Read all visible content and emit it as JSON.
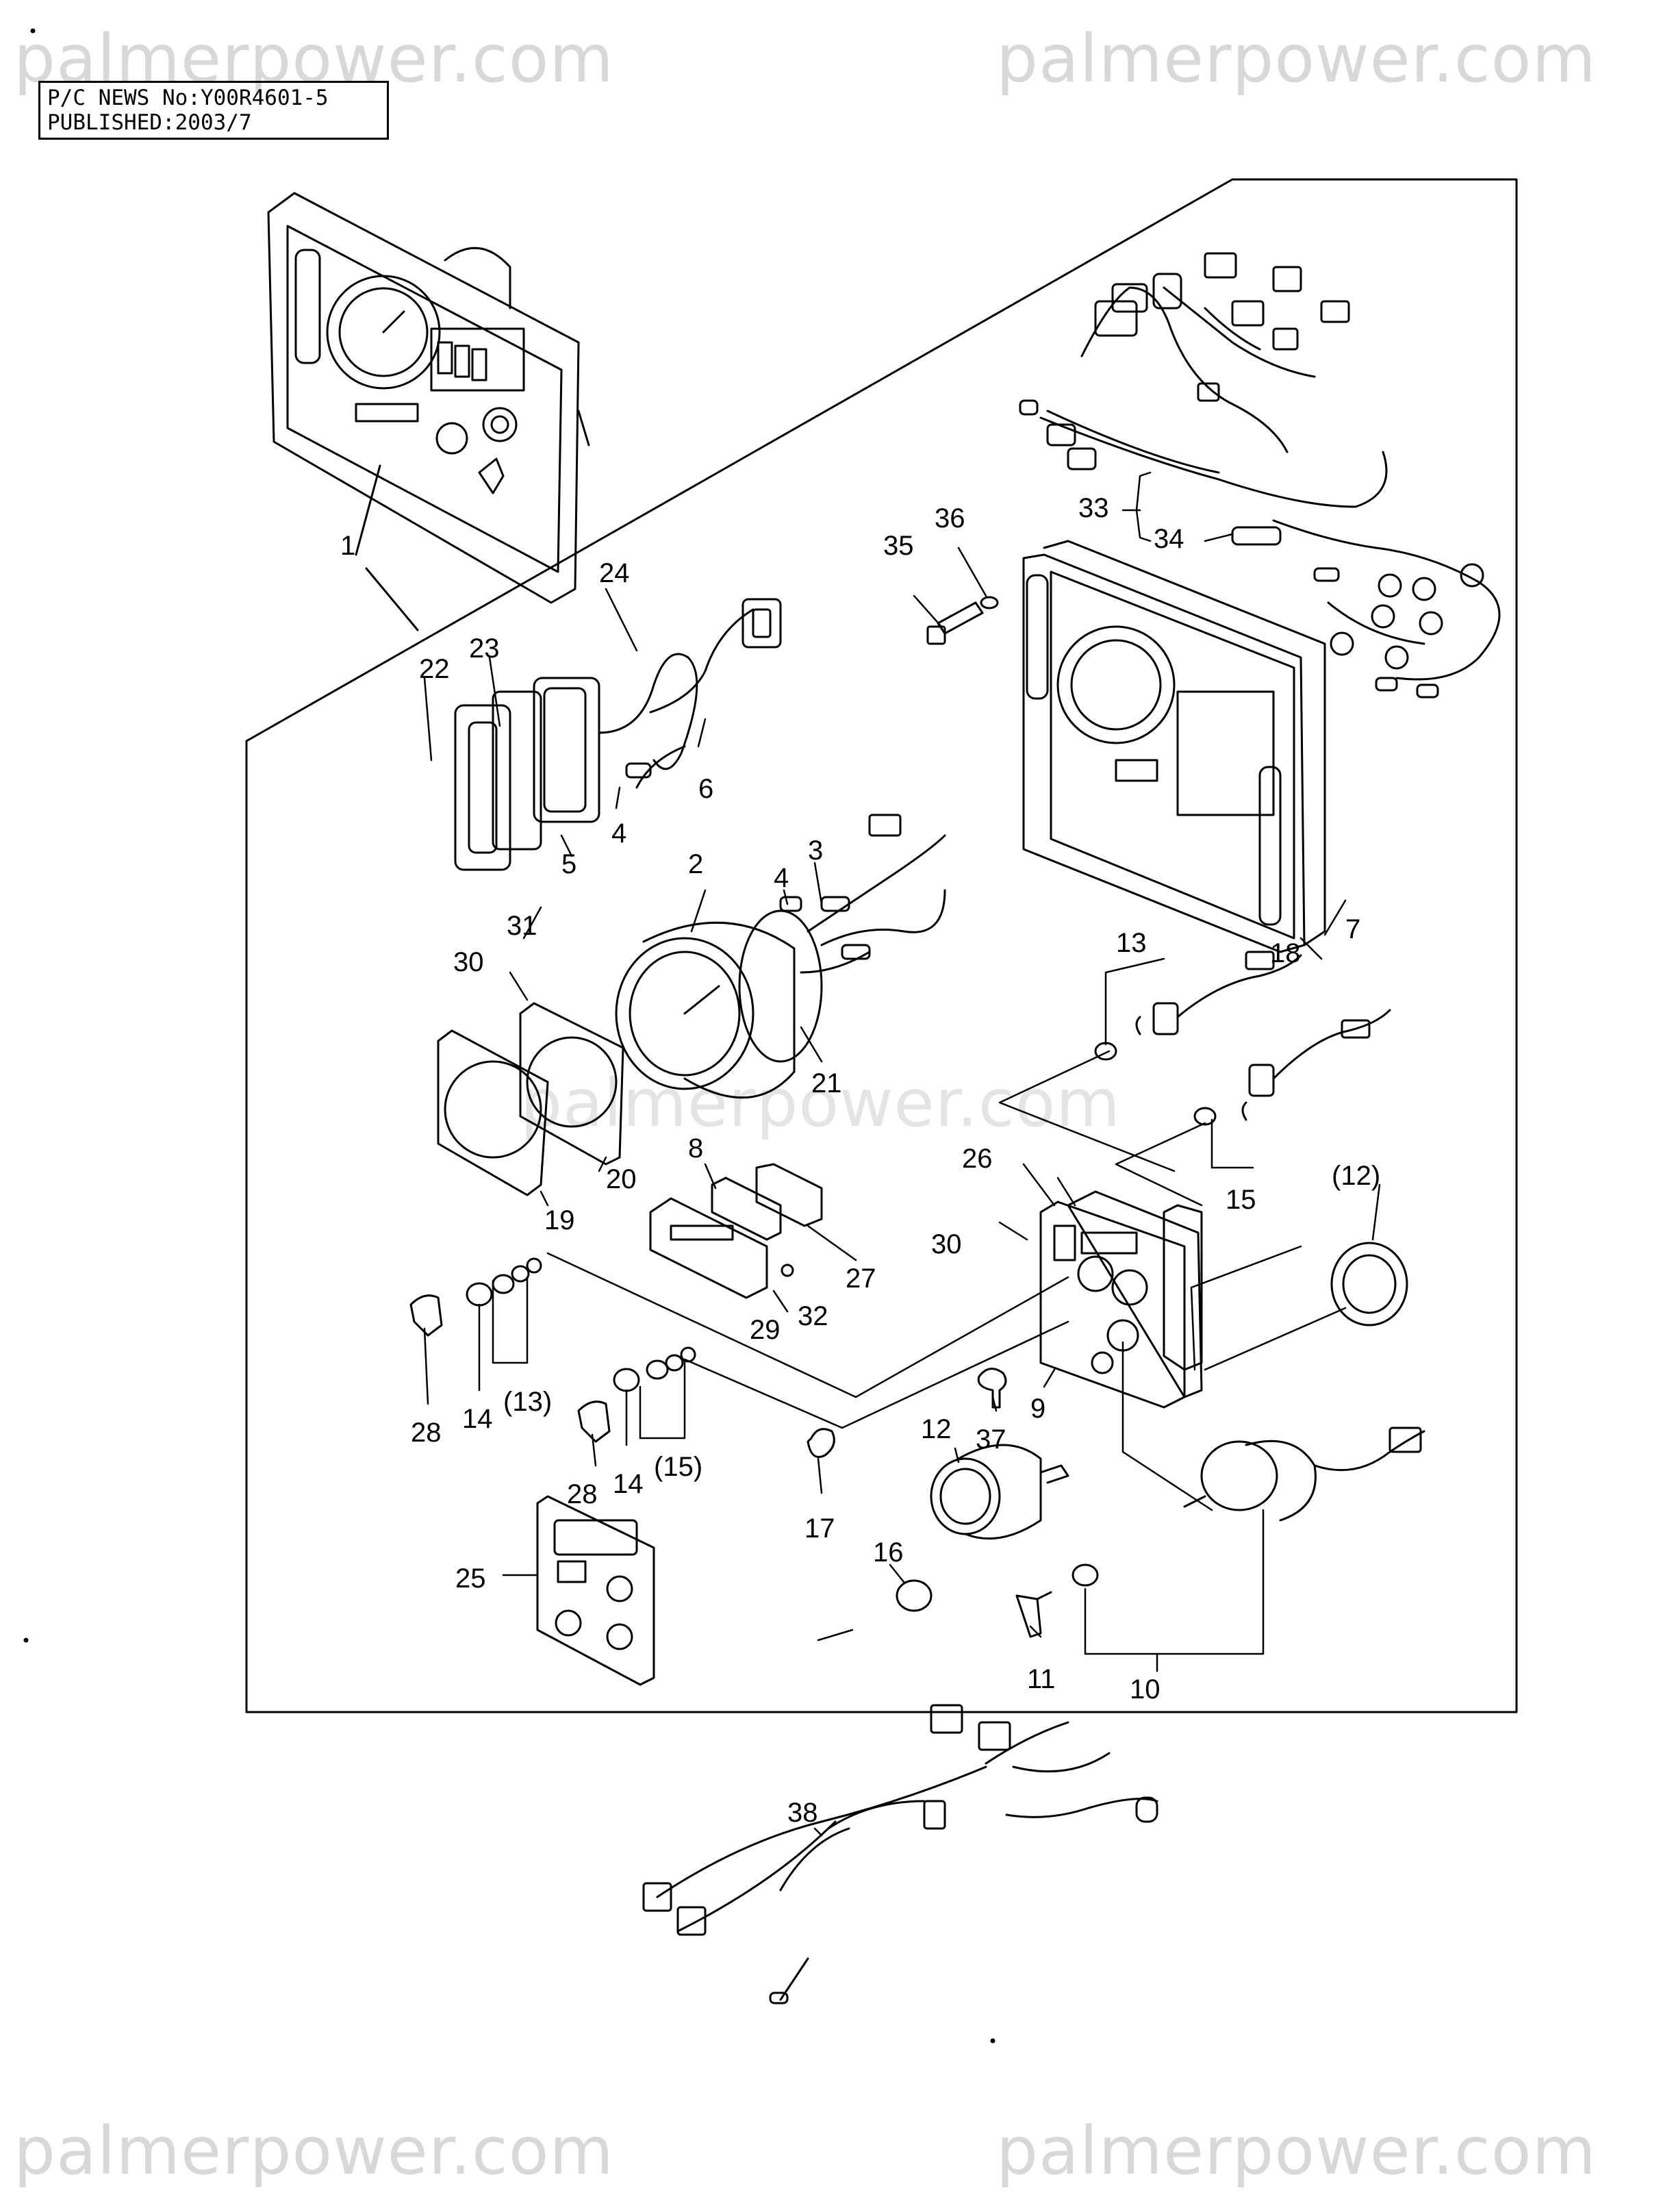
{
  "watermark": "palmerpower.com",
  "pc_news": {
    "line1": "P/C NEWS No:Y00R4601-5",
    "line2": "PUBLISHED:2003/7"
  },
  "part_labels": {
    "p1": "1",
    "p2": "2",
    "p3": "3",
    "p4a": "4",
    "p4b": "4",
    "p5": "5",
    "p6": "6",
    "p7": "7",
    "p8": "8",
    "p9": "9",
    "p10": "10",
    "p11": "11",
    "p12": "12",
    "p12p": "(12)",
    "p13": "13",
    "p13p": "(13)",
    "p14a": "14",
    "p14b": "14",
    "p15": "15",
    "p15p": "(15)",
    "p16": "16",
    "p17": "17",
    "p18": "18",
    "p19": "19",
    "p20": "20",
    "p21": "21",
    "p22": "22",
    "p23": "23",
    "p24": "24",
    "p25": "25",
    "p26": "26",
    "p27": "27",
    "p28a": "28",
    "p28b": "28",
    "p29": "29",
    "p30a": "30",
    "p30b": "30",
    "p31": "31",
    "p32": "32",
    "p33": "33",
    "p34": "34",
    "p35": "35",
    "p36": "36",
    "p37": "37",
    "p38": "38"
  }
}
